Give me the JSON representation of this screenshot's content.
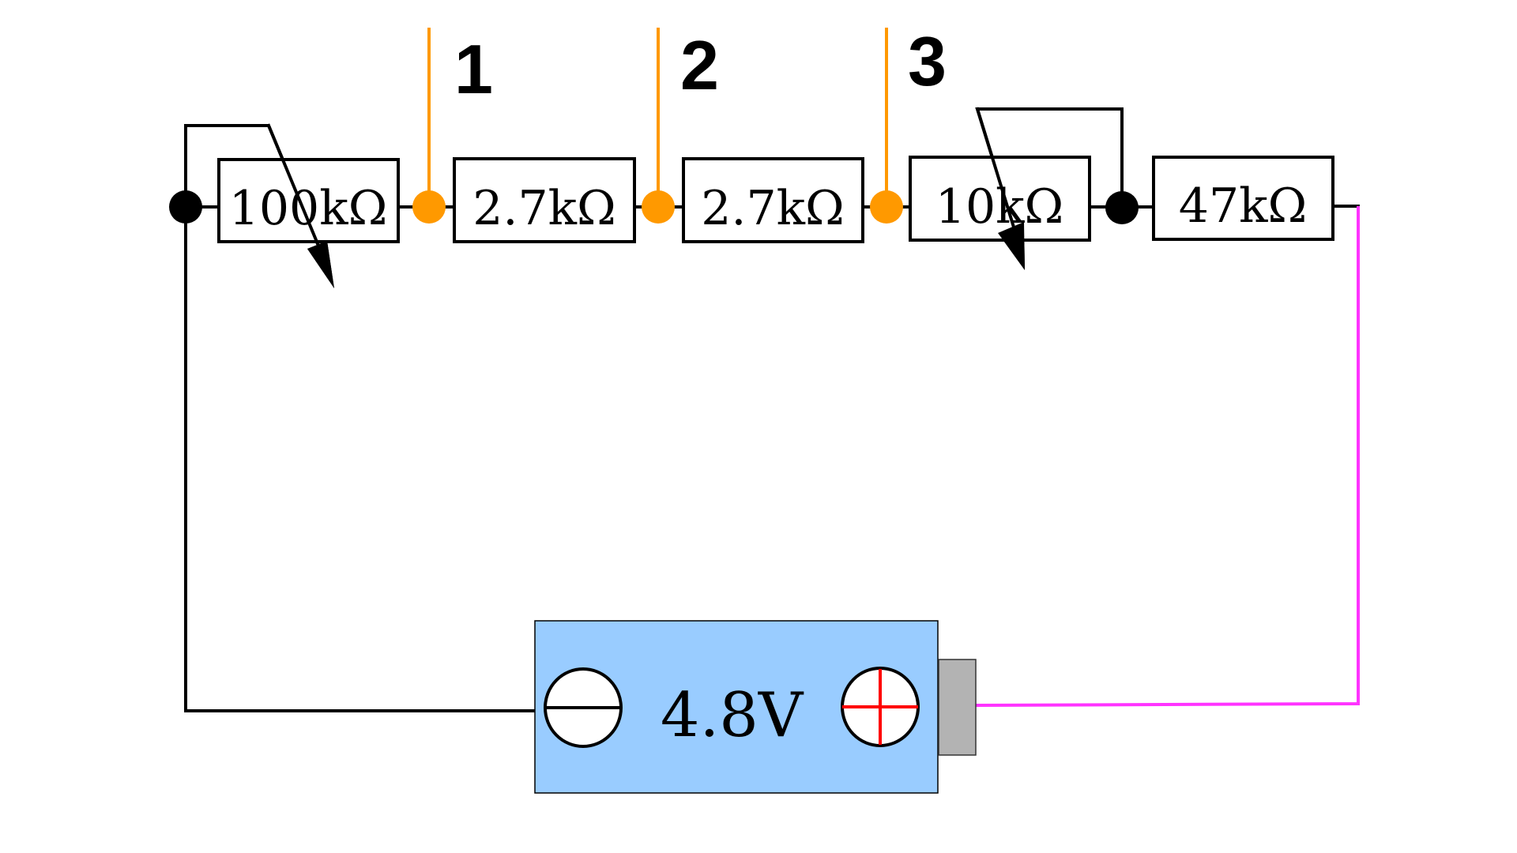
{
  "diagram": {
    "type": "circuit-schematic",
    "colors": {
      "wire": "#000000",
      "probe": "#ff9900",
      "positive_wire": "#ff33ff",
      "battery_body": "#99ccff",
      "battery_terminal": "#b3b3b3",
      "plus_sign": "#ff0000"
    },
    "resistors": [
      {
        "id": "r1",
        "label": "100kΩ",
        "variable": true
      },
      {
        "id": "r2",
        "label": "2.7kΩ",
        "variable": false
      },
      {
        "id": "r3",
        "label": "2.7kΩ",
        "variable": false
      },
      {
        "id": "r4",
        "label": "10kΩ",
        "variable": true
      },
      {
        "id": "r5",
        "label": "47kΩ",
        "variable": false
      }
    ],
    "probes": [
      {
        "label": "1"
      },
      {
        "label": "2"
      },
      {
        "label": "3"
      }
    ],
    "battery": {
      "voltage_label": "4.8V",
      "negative_icon": "minus-terminal-icon",
      "positive_icon": "plus-terminal-icon"
    }
  }
}
